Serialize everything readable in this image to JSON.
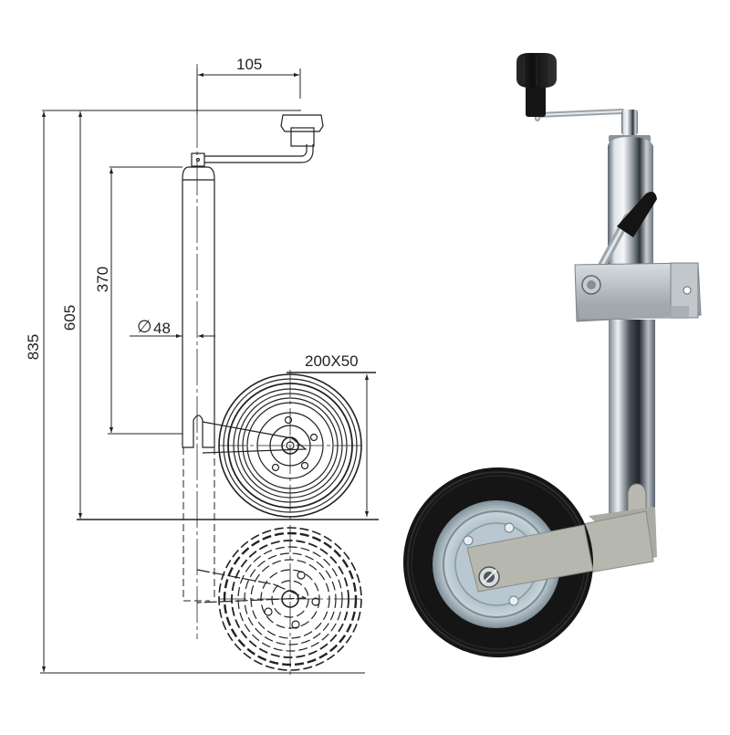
{
  "figure": {
    "subject": "Trailer jockey wheel",
    "background": "#ffffff"
  },
  "drawing": {
    "line_color": "#222222",
    "dimensions": {
      "crank_offset": "105",
      "overall_height": "835",
      "mid_height": "605",
      "tube_length": "370",
      "tube_diameter_symbol": "∅",
      "tube_diameter": "48",
      "wheel_size": "200X50"
    }
  },
  "photo": {
    "colors": {
      "handle_knob": "#141414",
      "chrome_light": "#e8ecef",
      "chrome_mid": "#a9b1b8",
      "chrome_dark": "#3a4048",
      "clamp": "#b9bfc3",
      "fork": "#b4b6ad",
      "tyre": "#151515",
      "rim": "#9fb3bf"
    }
  }
}
